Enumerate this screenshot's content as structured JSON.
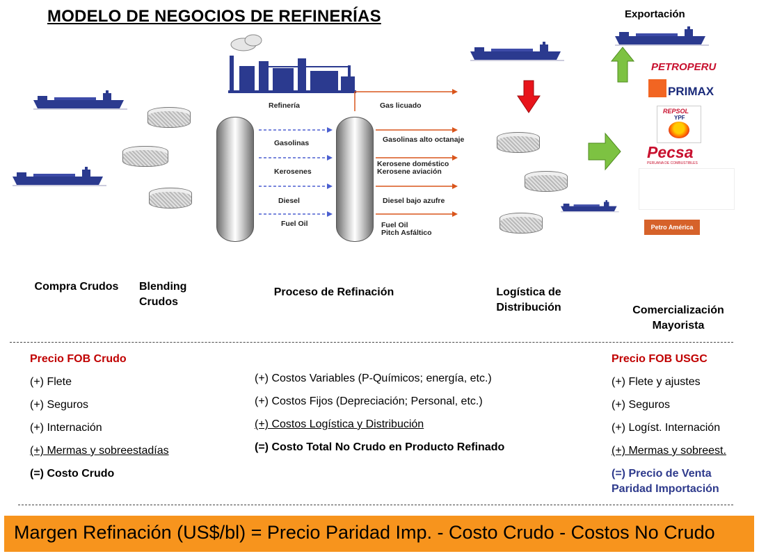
{
  "title": "MODELO DE NEGOCIOS DE REFINERÍAS",
  "export_label": "Exportación",
  "process_labels": {
    "refineria": "Refinería",
    "gas_licuado": "Gas licuado",
    "gasolinas": "Gasolinas",
    "kerosenes": "Kerosenes",
    "diesel": "Diesel",
    "fuel_oil": "Fuel Oil",
    "gasolinas_alto": "Gasolinas alto octanaje",
    "kerosene_dom": "Kerosene doméstico",
    "kerosene_av": "Kerosene aviación",
    "diesel_bajo": "Diesel bajo azufre",
    "fuel_oil_2": "Fuel Oil",
    "pitch": "Pitch Asfáltico"
  },
  "logos": {
    "petroperu": "PETROPERU",
    "primax": "PRIMAX",
    "repsol": "REPSOL",
    "ypf": "YPF",
    "pecsa": "Pecsa",
    "pecsa_sub": "PERUANA DE COMBUSTIBLES",
    "petroamerica": "Petro América"
  },
  "stages": {
    "compra": "Compra Crudos",
    "blending_1": "Blending",
    "blending_2": "Crudos",
    "proceso": "Proceso de Refinación",
    "logistica_1": "Logística de",
    "logistica_2": "Distribución",
    "comercial_1": "Comercialización",
    "comercial_2": "Mayorista"
  },
  "left_col": {
    "heading": "Precio FOB Crudo",
    "flete": "(+) Flete",
    "seguros": "(+) Seguros",
    "internacion": "(+) Internación",
    "mermas": "(+) Mermas y sobreestadías",
    "total": "(=) Costo Crudo"
  },
  "mid_col": {
    "variables": "(+) Costos Variables (P-Químicos; energía, etc.)",
    "fijos": "(+) Costos Fijos (Depreciación; Personal, etc.)",
    "logistica": "(+) Costos Logística y Distribución",
    "total": "(=) Costo Total No Crudo en Producto Refinado"
  },
  "right_col": {
    "heading": "Precio FOB USGC",
    "flete": "(+) Flete y ajustes",
    "seguros": "(+) Seguros",
    "logist": "(+) Logíst. Internación",
    "mermas": "(+) Mermas y sobreest.",
    "total_1": "(=) Precio de Venta",
    "total_2": "Paridad Importación"
  },
  "banner": "Margen Refinación (US$/bl) = Precio Paridad Imp. - Costo Crudo - Costos No Crudo",
  "colors": {
    "red": "#c00000",
    "navy": "#2e3a8c",
    "orange": "#f7941d",
    "ship": "#2b3a8f",
    "arrow_green": "#7dc242",
    "arrow_red": "#e8141b"
  }
}
